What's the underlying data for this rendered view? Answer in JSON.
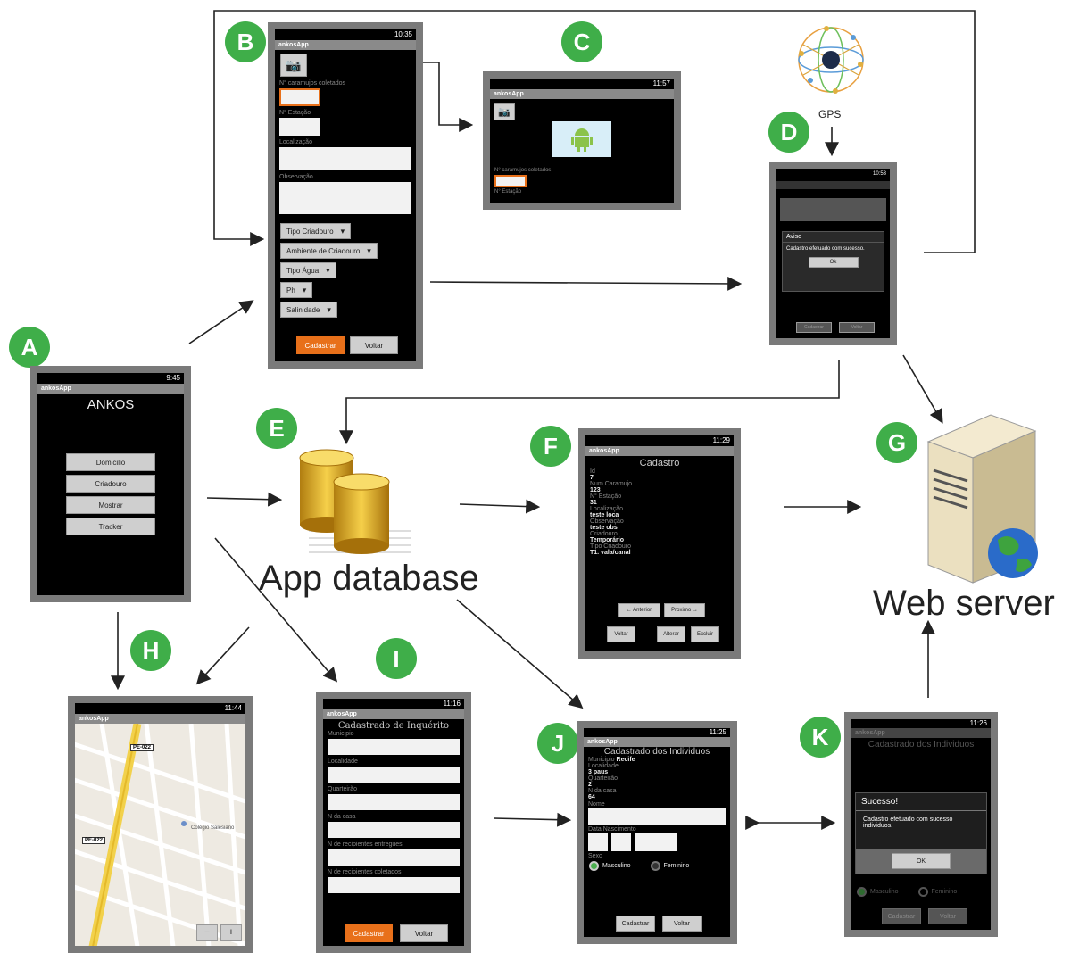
{
  "badges": {
    "a": "A",
    "b": "B",
    "c": "C",
    "d": "D",
    "e": "E",
    "f": "F",
    "g": "G",
    "h": "H",
    "i": "I",
    "j": "J",
    "k": "K"
  },
  "labels": {
    "gps": "GPS",
    "db": "App database",
    "web": "Web server"
  },
  "screenA": {
    "time": "9:45",
    "app": "ankosApp",
    "title": "ANKOS",
    "buttons": [
      "Domicilio",
      "Criadouro",
      "Mostrar",
      "Tracker"
    ]
  },
  "screenB": {
    "time": "10:35",
    "app": "ankosApp",
    "f1": "N° caramujos coletados",
    "f2": "N° Estação",
    "f3": "Localização",
    "f4": "Observação",
    "spinners": [
      "Tipo Criadouro",
      "Ambiente de Criadouro",
      "Tipo Água",
      "Ph",
      "Salinidade"
    ],
    "save": "Cadastrar",
    "back": "Voltar"
  },
  "screenC": {
    "time": "11:57",
    "app": "ankosApp",
    "f1": "N° caramujos coletados",
    "f2": "N° Estação"
  },
  "screenD": {
    "time": "10:53",
    "dlg_title": "Aviso",
    "dlg_msg": "Cadastro efetuado com sucesso.",
    "ok": "Ok",
    "save": "Cadastrar",
    "back": "Voltar"
  },
  "screenF": {
    "time": "11:29",
    "app": "ankosApp",
    "title": "Cadastro",
    "rows": [
      [
        "Id",
        "7"
      ],
      [
        "Num Caramujo",
        "123"
      ],
      [
        "N° Estação",
        "31"
      ],
      [
        "Localização",
        "teste loca"
      ],
      [
        "Observação",
        "teste obs"
      ],
      [
        "Criadouro",
        "Temporário"
      ],
      [
        "Tipo Criadouro",
        "T1. vala/canal"
      ]
    ],
    "prev": "← Anterior",
    "next": "Proximo →",
    "back": "Voltar",
    "edit": "Alterar",
    "del": "Excluir"
  },
  "screenH": {
    "time": "11:44",
    "app": "ankosApp",
    "road1": "PE-022",
    "road2": "PE-022",
    "place": "Colégio Salesiano"
  },
  "screenI": {
    "time": "11:16",
    "app": "ankosApp",
    "title": "Cadastrado de Inquérito",
    "fields": [
      "Municipio",
      "Localidade",
      "Quarteirão",
      "N da casa",
      "N de recipientes entregues",
      "N de recipientes coletados"
    ],
    "save": "Cadastrar",
    "back": "Voltar"
  },
  "screenJ": {
    "time": "11:25",
    "app": "ankosApp",
    "title": "Cadastrado dos Individuos",
    "mun_label": "Municipio",
    "mun_val": "Recife",
    "rows": [
      [
        "Localidade",
        "3 paus"
      ],
      [
        "Quarteirão",
        "2"
      ],
      [
        "N da casa",
        "64"
      ]
    ],
    "nome": "Nome",
    "nasc": "Data Nascimento",
    "sexo": "Sexo",
    "male": "Masculino",
    "female": "Feminino",
    "save": "Cadastrar",
    "back": "Voltar"
  },
  "screenK": {
    "time": "11:26",
    "app": "ankosApp",
    "title": "Cadastrado dos Individuos",
    "dlg_title": "Sucesso!",
    "dlg_msg": "Cadastro efetuado com sucesso individuos.",
    "ok": "OK",
    "male": "Masculino",
    "female": "Feminino",
    "save": "Cadastrar",
    "back": "Voltar"
  },
  "colors": {
    "badge": "#3fae49",
    "accent": "#e8701a"
  }
}
